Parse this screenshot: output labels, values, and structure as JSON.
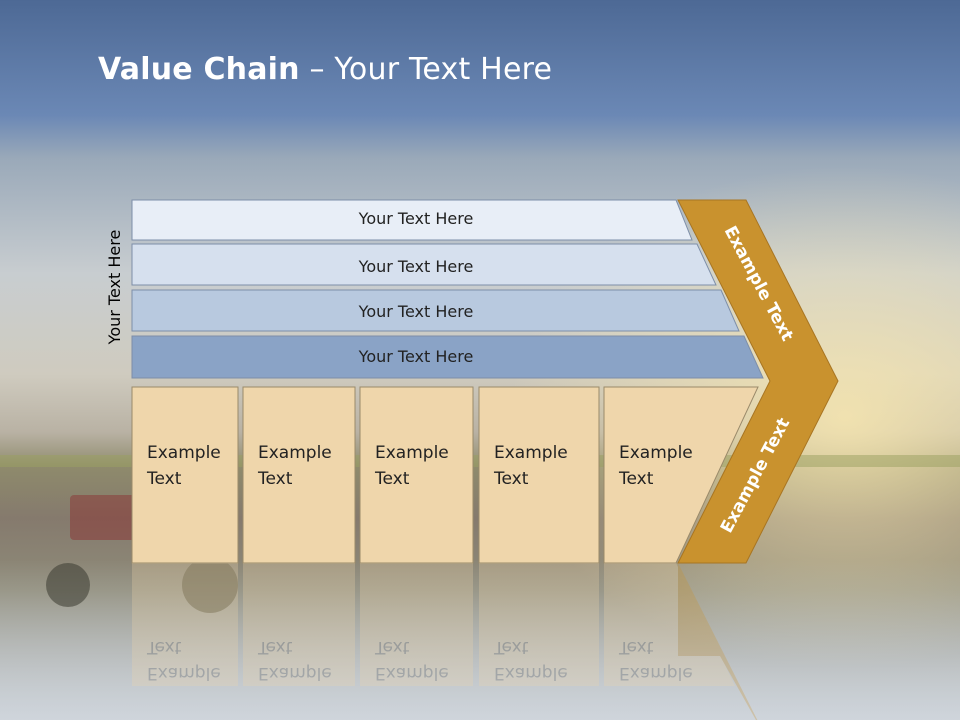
{
  "slide": {
    "title_bold": "Value Chain",
    "title_rest": " – Your Text Here",
    "side_label": "Your Text Here"
  },
  "rows": [
    {
      "label": "Your Text Here",
      "color": "#e8eef7"
    },
    {
      "label": "Your Text Here",
      "color": "#d6e0ee"
    },
    {
      "label": "Your Text Here",
      "color": "#b8c9df"
    },
    {
      "label": "Your Text Here",
      "color": "#8aa3c6"
    }
  ],
  "boxes": [
    {
      "line1": "Example",
      "line2": "Text"
    },
    {
      "line1": "Example",
      "line2": "Text"
    },
    {
      "line1": "Example",
      "line2": "Text"
    },
    {
      "line1": "Example",
      "line2": "Text"
    },
    {
      "line1": "Example",
      "line2": "Text"
    }
  ],
  "chevron": {
    "upper_label": "Example Text",
    "lower_label": "Example Text",
    "color": "#c9922e"
  },
  "colors": {
    "box_fill": "#efd6ab",
    "sky_top": "#4e6b96",
    "accent": "#c9922e"
  }
}
